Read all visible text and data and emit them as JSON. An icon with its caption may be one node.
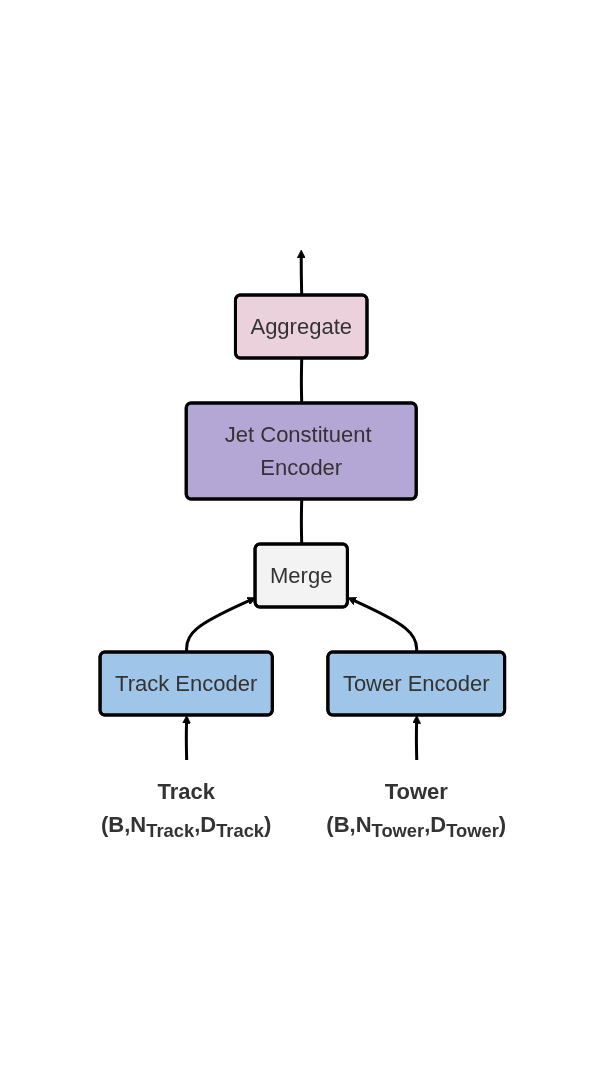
{
  "diagram": {
    "nodes": [
      {
        "text": [
          "Aggregate"
        ]
      },
      {
        "text": [
          "Jet Constituent Encoder"
        ]
      },
      {
        "text": [
          "Merge"
        ]
      },
      {
        "text": [
          "Track Encoder"
        ]
      },
      {
        "text": [
          "Tower Encoder"
        ]
      },
      {
        "text": [
          "Track",
          "(B,N$_{Track}$,D$_{Track}$)"
        ]
      },
      {
        "text": [
          "Tower",
          "(B,N$_{Tower}$,D$_{Tower}$)"
        ]
      }
    ],
    "edges": [
      {
        "from": 0,
        "to": null,
        "arrow": "to"
      },
      {
        "from": 1,
        "to": 0,
        "arrow": "none"
      },
      {
        "from": 2,
        "to": 1,
        "arrow": "none"
      },
      {
        "from": 3,
        "to": 2,
        "arrow": "to"
      },
      {
        "from": 4,
        "to": 2,
        "arrow": "to"
      },
      {
        "from": 5,
        "to": 3,
        "arrow": "to"
      },
      {
        "from": 6,
        "to": 4,
        "arrow": "to"
      }
    ]
  }
}
